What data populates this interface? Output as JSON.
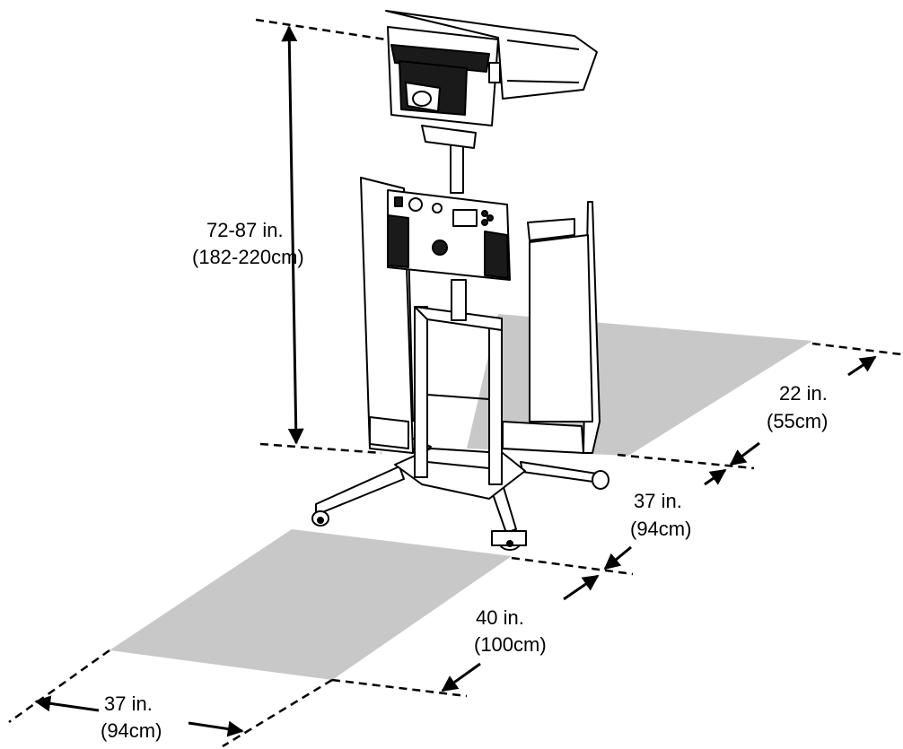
{
  "colors": {
    "line": "#000000",
    "floor_zone": "#c8c8c8",
    "machine_body": "#ffffff",
    "machine_detail": "#1a1a1a"
  },
  "dimensions": {
    "height": {
      "imperial": "72-87 in.",
      "metric": "(182-220cm)"
    },
    "rear_depth": {
      "imperial": "22 in.",
      "metric": "(55cm)"
    },
    "base_depth": {
      "imperial": "37 in.",
      "metric": "(94cm)"
    },
    "front_depth": {
      "imperial": "40 in.",
      "metric": "(100cm)"
    },
    "width": {
      "imperial": "37 in.",
      "metric": "(94cm)"
    }
  }
}
